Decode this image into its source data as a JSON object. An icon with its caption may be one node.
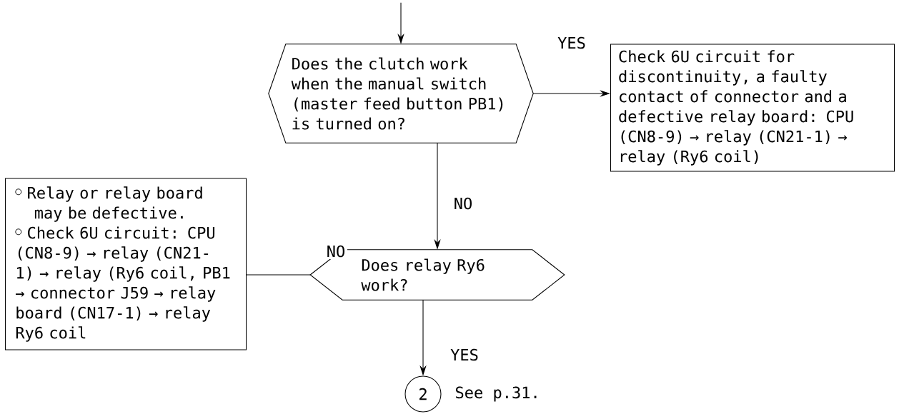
{
  "diagram": {
    "nodes": [
      {
        "text": [
          "Does the clutch work when the manual switch (master feed button PB1) is turned on?"
        ]
      },
      {
        "text": [
          "Check 6U circuit for discontinuity, a faulty contact of connector and a defective relay board: CPU (CN8-9) → relay (CN21-1) → relay (Ry6 coil)"
        ]
      },
      {
        "text": [
          "Relay or relay board may be defective.",
          "Check 6U circuit: CPU (CN8-9) → relay (CN21-1) → relay (Ry6 coil, PB1 → connector J59 → relay board (CN17-1) → relay Ry6 coil"
        ]
      },
      {
        "text": [
          "Does relay Ry6 work?"
        ]
      },
      {
        "text": [
          "2"
        ],
        "beside": [
          "See p.31."
        ]
      }
    ],
    "edges": [
      {
        "from": null,
        "to": 0,
        "arrow": "to"
      },
      {
        "from": 0,
        "to": 1,
        "arrow": "to",
        "label": "YES"
      },
      {
        "from": 0,
        "to": 3,
        "arrow": "to",
        "label": "NO"
      },
      {
        "from": 3,
        "to": 2,
        "arrow": "none",
        "label": "NO"
      },
      {
        "from": 3,
        "to": 4,
        "arrow": "to",
        "label": "YES"
      }
    ]
  }
}
